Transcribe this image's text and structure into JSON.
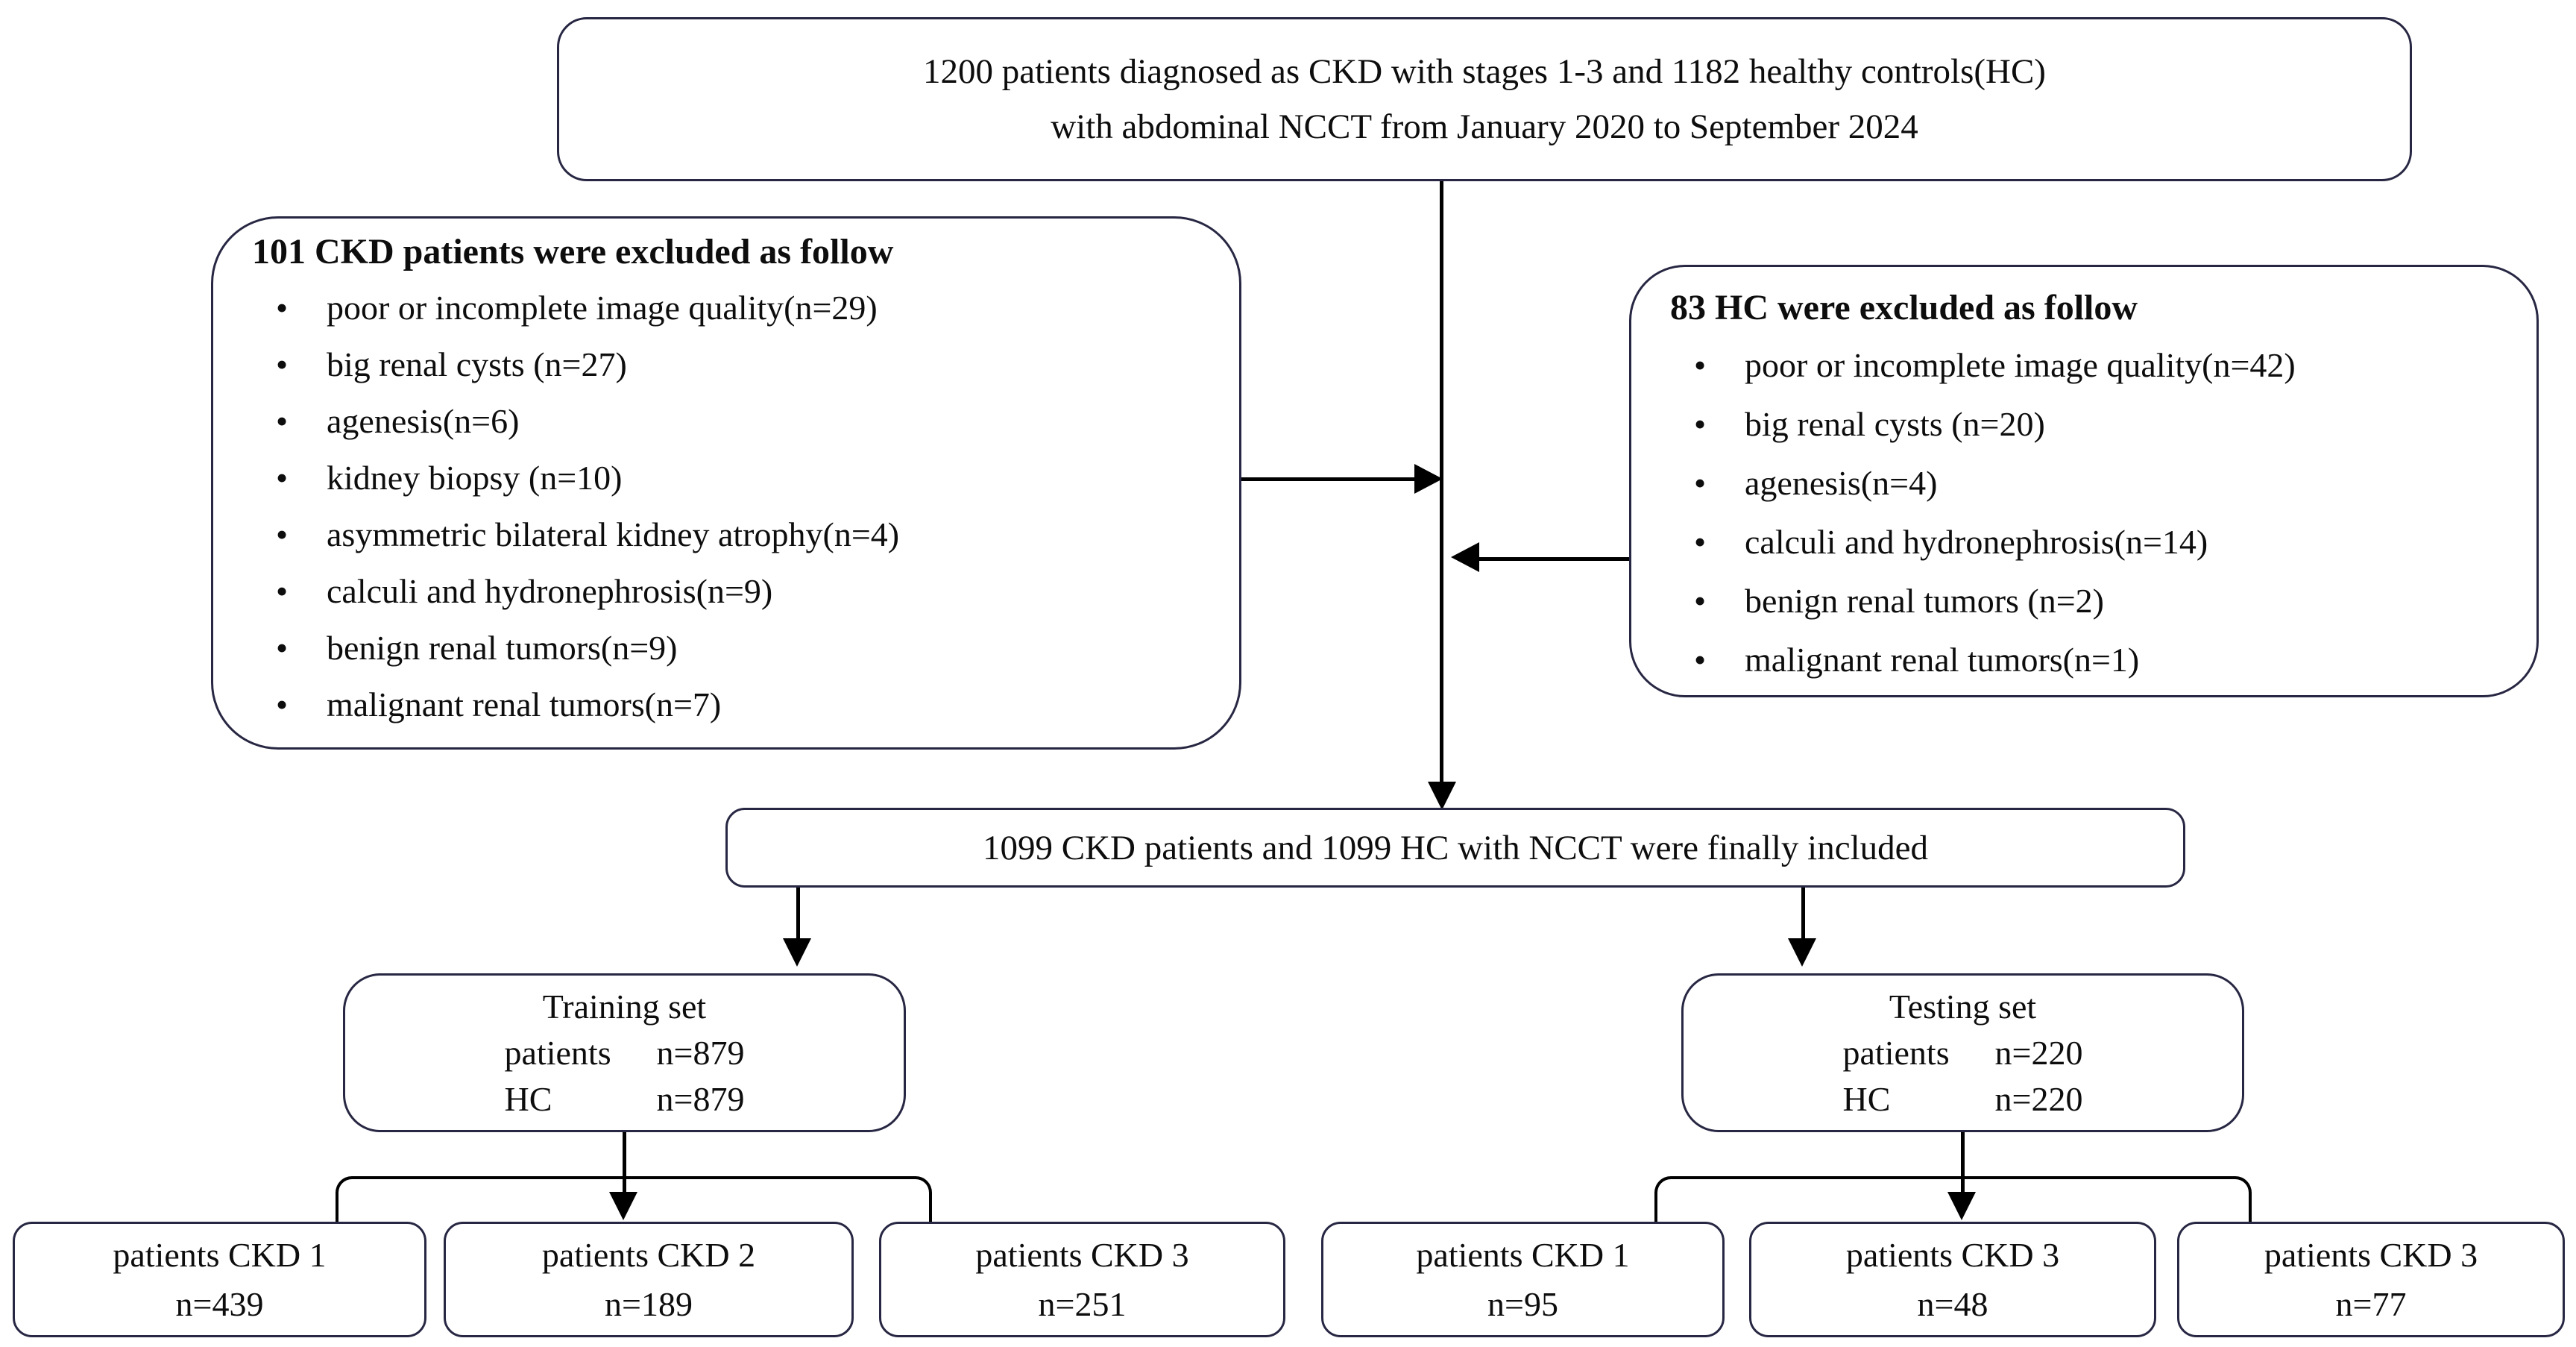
{
  "diagram": {
    "top_box": {
      "line1": "1200 patients diagnosed as CKD with stages 1-3 and 1182 healthy controls(HC)",
      "line2": "with abdominal NCCT from January 2020 to September 2024"
    },
    "left_exclusion": {
      "title": "101 CKD patients were excluded as follow",
      "items": [
        "poor or incomplete image quality(n=29)",
        "big renal cysts (n=27)",
        "agenesis(n=6)",
        "kidney biopsy (n=10)",
        "asymmetric bilateral kidney atrophy(n=4)",
        "calculi and hydronephrosis(n=9)",
        "benign renal tumors(n=9)",
        "malignant renal tumors(n=7)"
      ]
    },
    "right_exclusion": {
      "title": "83 HC were excluded as follow",
      "items": [
        "poor or incomplete image quality(n=42)",
        "big renal cysts (n=20)",
        "agenesis(n=4)",
        "calculi and hydronephrosis(n=14)",
        "benign renal tumors (n=2)",
        "malignant renal tumors(n=1)"
      ]
    },
    "included_box": {
      "text": "1099 CKD patients and 1099 HC with NCCT were finally included"
    },
    "training_box": {
      "title": "Training set",
      "rows": [
        {
          "label": "patients",
          "value": "n=879"
        },
        {
          "label": "HC",
          "value": "n=879"
        }
      ]
    },
    "testing_box": {
      "title": "Testing set",
      "rows": [
        {
          "label": "patients",
          "value": "n=220"
        },
        {
          "label": "HC",
          "value": "n=220"
        }
      ]
    },
    "bottom_boxes": [
      {
        "label": "patients CKD 1",
        "count": "n=439"
      },
      {
        "label": "patients CKD 2",
        "count": "n=189"
      },
      {
        "label": "patients CKD 3",
        "count": "n=251"
      },
      {
        "label": "patients CKD 1",
        "count": "n=95"
      },
      {
        "label": "patients CKD 3",
        "count": "n=48"
      },
      {
        "label": "patients CKD 3",
        "count": "n=77"
      }
    ]
  },
  "colors": {
    "box_border": "#272743",
    "connector_line": "#000000",
    "text": "#0d0d0d",
    "background": "#ffffff"
  }
}
